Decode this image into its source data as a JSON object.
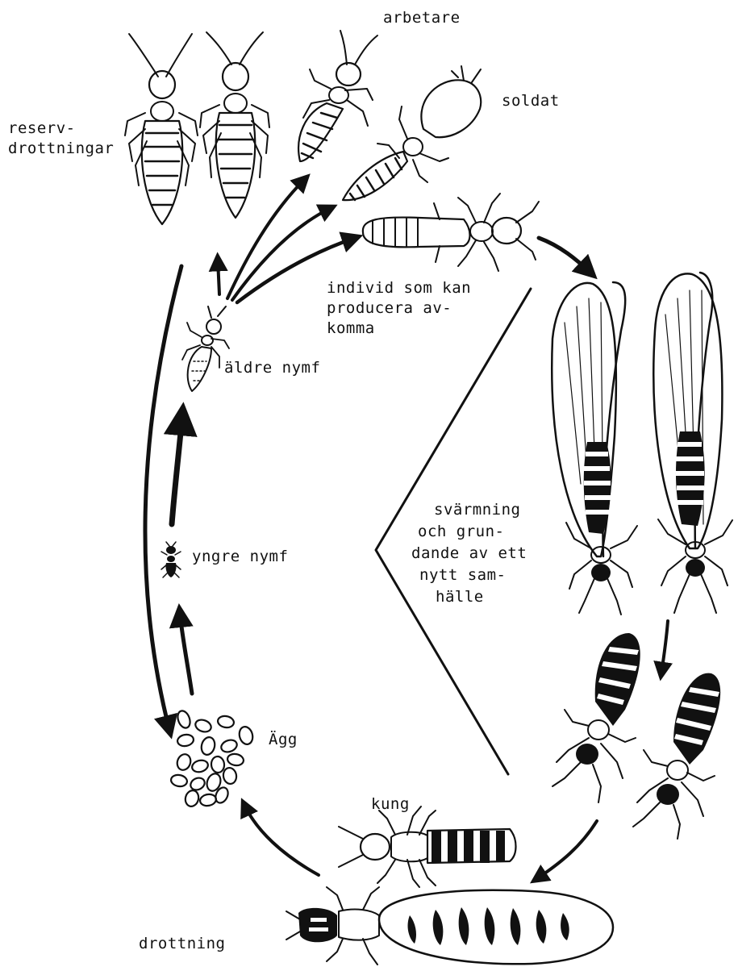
{
  "labels": {
    "arbetare": "arbetare",
    "soldat": "soldat",
    "reserv": "reserv-",
    "reserv2": "drottningar",
    "individ1": "individ som kan",
    "individ2": "producera av-",
    "individ3": "komma",
    "aldre_nymf": "äldre nymf",
    "svarm1": "svärmning",
    "svarm2": "och grun-",
    "svarm3": "dande av ett",
    "svarm4": "nytt sam-",
    "svarm5": "hälle",
    "yngre_nymf": "yngre nymf",
    "agg": "Ägg",
    "kung": "kung",
    "drottning": "drottning"
  },
  "colors": {
    "ink": "#111111",
    "background": "#ffffff"
  }
}
